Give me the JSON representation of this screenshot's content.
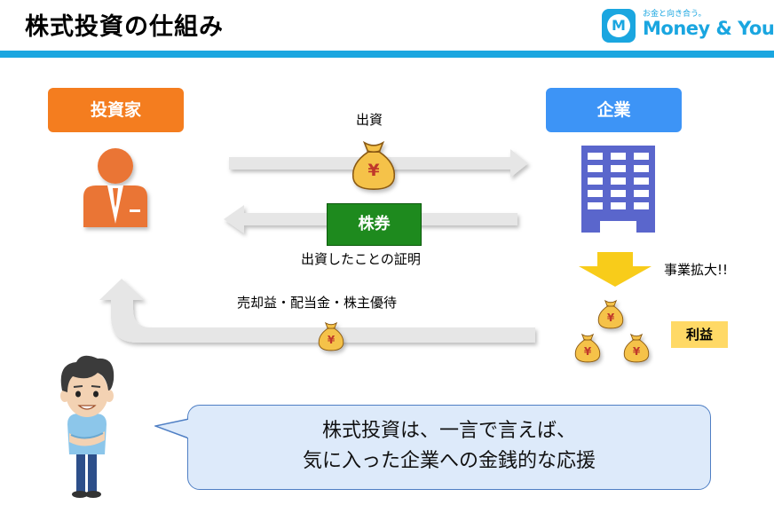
{
  "header": {
    "title": "株式投資の仕組み",
    "brand_tagline": "お金と向き合う。",
    "brand_name": "Money & You",
    "brand_logo_letter": "M",
    "accent_color": "#1aa6e0"
  },
  "nodes": {
    "investor": "投資家",
    "company": "企業",
    "stock": "株券",
    "profit": "利益"
  },
  "flows": {
    "investment": "出資",
    "proof": "出資したことの証明",
    "returns": "売却益・配当金・株主優待",
    "expansion": "事業拡大!!"
  },
  "money_symbol": "¥",
  "speech": {
    "line1": "株式投資は、一言で言えば、",
    "line2": "気に入った企業への金銭的な応援"
  },
  "colors": {
    "investor": "#f47d1f",
    "company": "#3d94f6",
    "stock": "#1e8a1e",
    "profit": "#ffd966",
    "building": "#5a66cc",
    "arrow": "#e6e6e6",
    "down_arrow": "#f8cc1a",
    "money_bag": "#f5c248"
  },
  "icons": [
    "investor-icon",
    "building-icon",
    "money-bag-icon",
    "person-illustration",
    "down-arrow-icon"
  ]
}
